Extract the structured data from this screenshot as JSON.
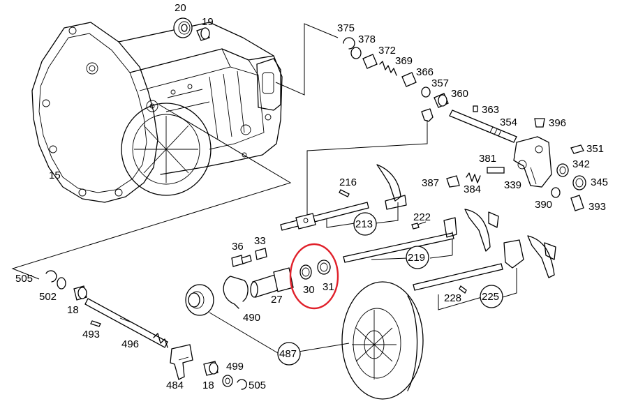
{
  "diagram": {
    "labels": [
      {
        "id": "20",
        "text": "20"
      },
      {
        "id": "19",
        "text": "19"
      },
      {
        "id": "15",
        "text": "15"
      },
      {
        "id": "375",
        "text": "375"
      },
      {
        "id": "378",
        "text": "378"
      },
      {
        "id": "372",
        "text": "372"
      },
      {
        "id": "369",
        "text": "369"
      },
      {
        "id": "366",
        "text": "366"
      },
      {
        "id": "357",
        "text": "357"
      },
      {
        "id": "360",
        "text": "360"
      },
      {
        "id": "363",
        "text": "363"
      },
      {
        "id": "354",
        "text": "354"
      },
      {
        "id": "396",
        "text": "396"
      },
      {
        "id": "351",
        "text": "351"
      },
      {
        "id": "342",
        "text": "342"
      },
      {
        "id": "345",
        "text": "345"
      },
      {
        "id": "381",
        "text": "381"
      },
      {
        "id": "387",
        "text": "387"
      },
      {
        "id": "384",
        "text": "384"
      },
      {
        "id": "339",
        "text": "339"
      },
      {
        "id": "390",
        "text": "390"
      },
      {
        "id": "393",
        "text": "393"
      },
      {
        "id": "216",
        "text": "216"
      },
      {
        "id": "213",
        "text": "213"
      },
      {
        "id": "222",
        "text": "222"
      },
      {
        "id": "219",
        "text": "219"
      },
      {
        "id": "228",
        "text": "228"
      },
      {
        "id": "225",
        "text": "225"
      },
      {
        "id": "36",
        "text": "36"
      },
      {
        "id": "33",
        "text": "33"
      },
      {
        "id": "27",
        "text": "27"
      },
      {
        "id": "30",
        "text": "30"
      },
      {
        "id": "31",
        "text": "31"
      },
      {
        "id": "490",
        "text": "490"
      },
      {
        "id": "487",
        "text": "487"
      },
      {
        "id": "505a",
        "text": "505"
      },
      {
        "id": "502",
        "text": "502"
      },
      {
        "id": "18a",
        "text": "18"
      },
      {
        "id": "493",
        "text": "493"
      },
      {
        "id": "496",
        "text": "496"
      },
      {
        "id": "484",
        "text": "484"
      },
      {
        "id": "18b",
        "text": "18"
      },
      {
        "id": "499",
        "text": "499"
      },
      {
        "id": "505b",
        "text": "505"
      }
    ],
    "highlight": {
      "color": "#e0202a",
      "items": [
        "30",
        "31"
      ]
    },
    "line_color": "#000000"
  }
}
